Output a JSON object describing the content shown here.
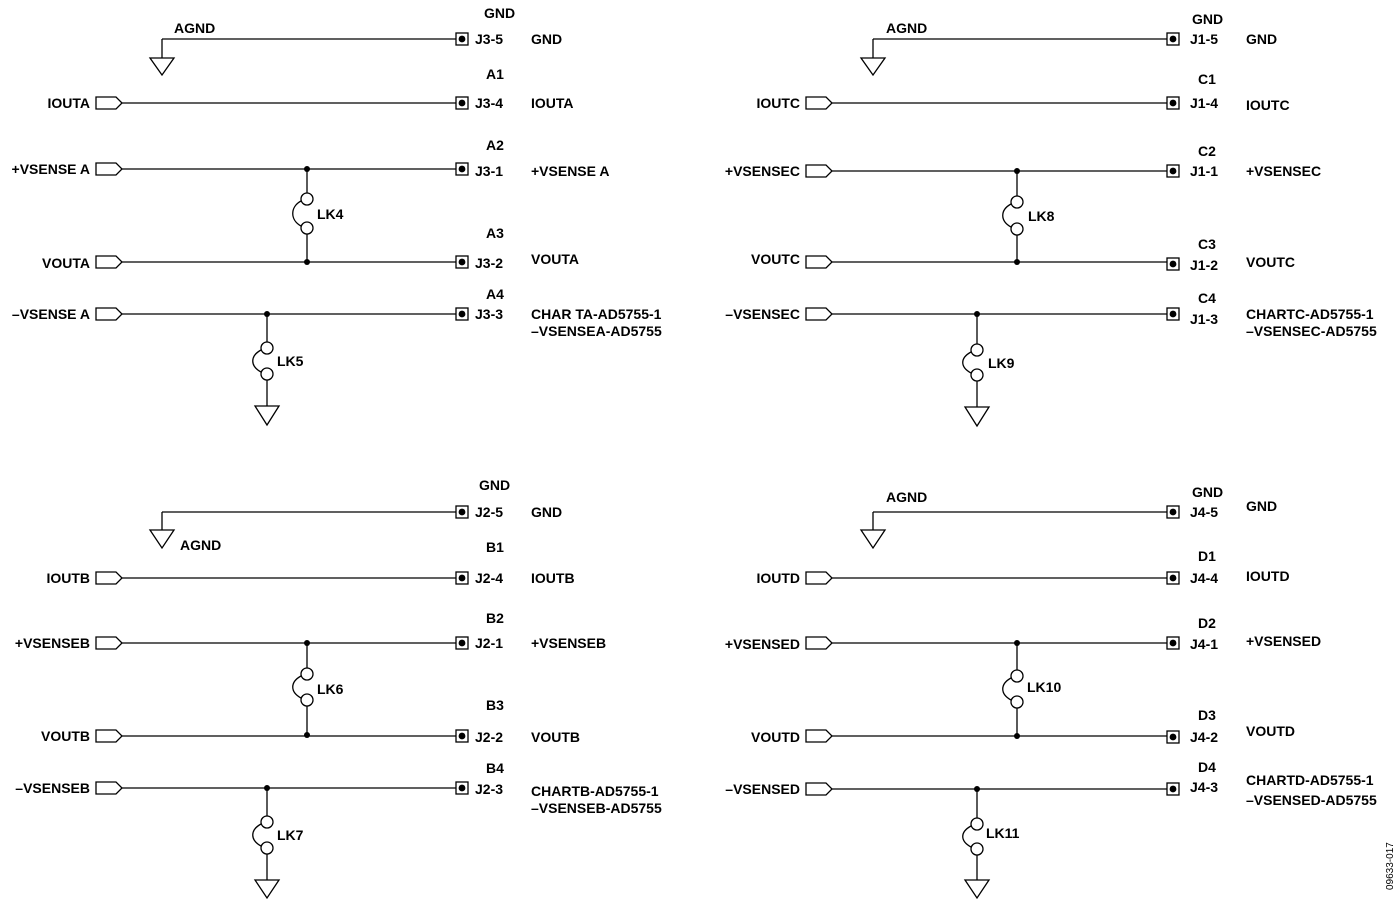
{
  "figure_id": "09633-017",
  "colors": {
    "ink": "#000000",
    "background": "#ffffff"
  },
  "blocks": [
    {
      "agnd": "AGND",
      "gnd_header": "GND",
      "gnd_pin": "J3-5",
      "gnd_net": "GND",
      "rows": [
        {
          "header": "A1",
          "pin": "J3-4",
          "port": "IOUTA",
          "net": "IOUTA"
        },
        {
          "header": "A2",
          "pin": "J3-1",
          "port": "+VSENSE A",
          "net": "+VSENSE A"
        },
        {
          "header": "A3",
          "pin": "J3-2",
          "port": "VOUTA",
          "net": "VOUTA"
        },
        {
          "header": "A4",
          "pin": "J3-3",
          "port": "–VSENSE A",
          "net": "CHAR TA-AD5755-1",
          "net2": "–VSENSEA-AD5755"
        }
      ],
      "link_top": "LK4",
      "link_bottom": "LK5"
    },
    {
      "agnd": "AGND",
      "gnd_header": "GND",
      "gnd_pin": "J1-5",
      "gnd_net": "GND",
      "rows": [
        {
          "header": "C1",
          "pin": "J1-4",
          "port": "IOUTC",
          "net": "IOUTC"
        },
        {
          "header": "C2",
          "pin": "J1-1",
          "port": "+VSENSEC",
          "net": "+VSENSEC"
        },
        {
          "header": "C3",
          "pin": "J1-2",
          "port": "VOUTC",
          "net": "VOUTC"
        },
        {
          "header": "C4",
          "pin": "J1-3",
          "port": "–VSENSEC",
          "net": "CHARTC-AD5755-1",
          "net2": "–VSENSEC-AD5755"
        }
      ],
      "link_top": "LK8",
      "link_bottom": "LK9"
    },
    {
      "agnd": "AGND",
      "gnd_header": "GND",
      "gnd_pin": "J2-5",
      "gnd_net": "GND",
      "rows": [
        {
          "header": "B1",
          "pin": "J2-4",
          "port": "IOUTB",
          "net": "IOUTB"
        },
        {
          "header": "B2",
          "pin": "J2-1",
          "port": "+VSENSEB",
          "net": "+VSENSEB"
        },
        {
          "header": "B3",
          "pin": "J2-2",
          "port": "VOUTB",
          "net": "VOUTB"
        },
        {
          "header": "B4",
          "pin": "J2-3",
          "port": "–VSENSEB",
          "net": "CHARTB-AD5755-1",
          "net2": "–VSENSEB-AD5755"
        }
      ],
      "link_top": "LK6",
      "link_bottom": "LK7"
    },
    {
      "agnd": "AGND",
      "gnd_header": "GND",
      "gnd_pin": "J4-5",
      "gnd_net": "GND",
      "rows": [
        {
          "header": "D1",
          "pin": "J4-4",
          "port": "IOUTD",
          "net": "IOUTD"
        },
        {
          "header": "D2",
          "pin": "J4-1",
          "port": "+VSENSED",
          "net": "+VSENSED"
        },
        {
          "header": "D3",
          "pin": "J4-2",
          "port": "VOUTD",
          "net": "VOUTD"
        },
        {
          "header": "D4",
          "pin": "J4-3",
          "port": "–VSENSED",
          "net": "CHARTD-AD5755-1",
          "net2": "–VSENSED-AD5755"
        }
      ],
      "link_top": "LK10",
      "link_bottom": "LK11"
    }
  ]
}
